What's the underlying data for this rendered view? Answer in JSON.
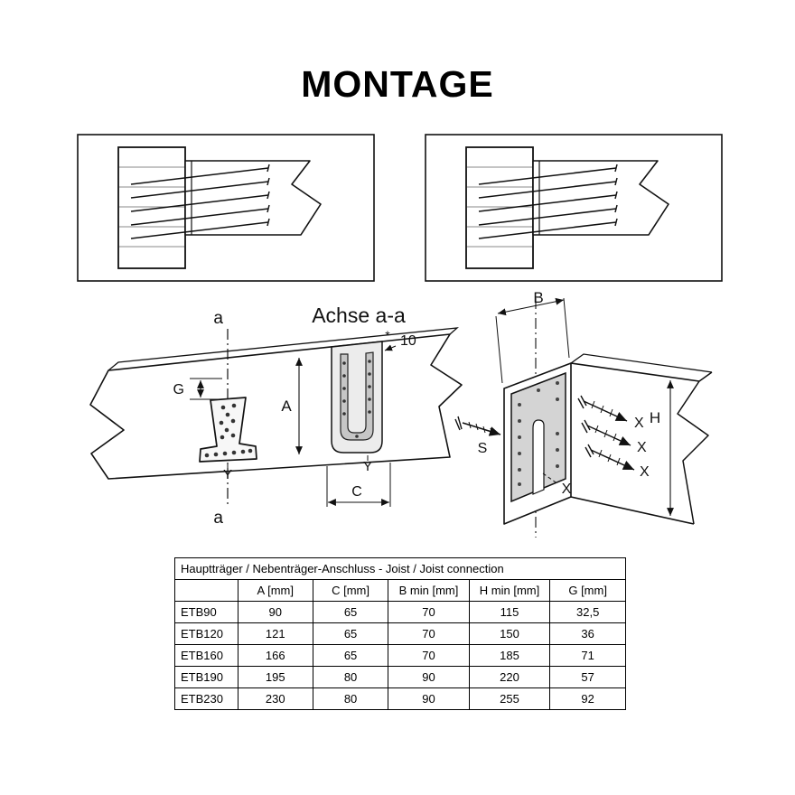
{
  "title": "MONTAGE",
  "colors": {
    "line": "#111111",
    "plate_fill": "#d4d4d4",
    "plate_section_fill": "#c6c6c6",
    "slot_fill": "#ececec"
  },
  "drawing": {
    "section_title": "Achse a-a",
    "labels": {
      "a": "a",
      "G": "G",
      "A": "A",
      "Y": "Y",
      "C": "C",
      "gap": "10",
      "star": "*",
      "B": "B",
      "H": "H",
      "S": "S",
      "X": "X"
    }
  },
  "table": {
    "title": "Hauptträger / Nebenträger-Anschluss - Joist / Joist connection",
    "columns": [
      "",
      "A [mm]",
      "C [mm]",
      "B min [mm]",
      "H min [mm]",
      "G [mm]"
    ],
    "rows": [
      {
        "name": "ETB90",
        "values": [
          "90",
          "65",
          "70",
          "115",
          "32,5"
        ]
      },
      {
        "name": "ETB120",
        "values": [
          "121",
          "65",
          "70",
          "150",
          "36"
        ]
      },
      {
        "name": "ETB160",
        "values": [
          "166",
          "65",
          "70",
          "185",
          "71"
        ]
      },
      {
        "name": "ETB190",
        "values": [
          "195",
          "80",
          "90",
          "220",
          "57"
        ]
      },
      {
        "name": "ETB230",
        "values": [
          "230",
          "80",
          "90",
          "255",
          "92"
        ]
      }
    ]
  }
}
